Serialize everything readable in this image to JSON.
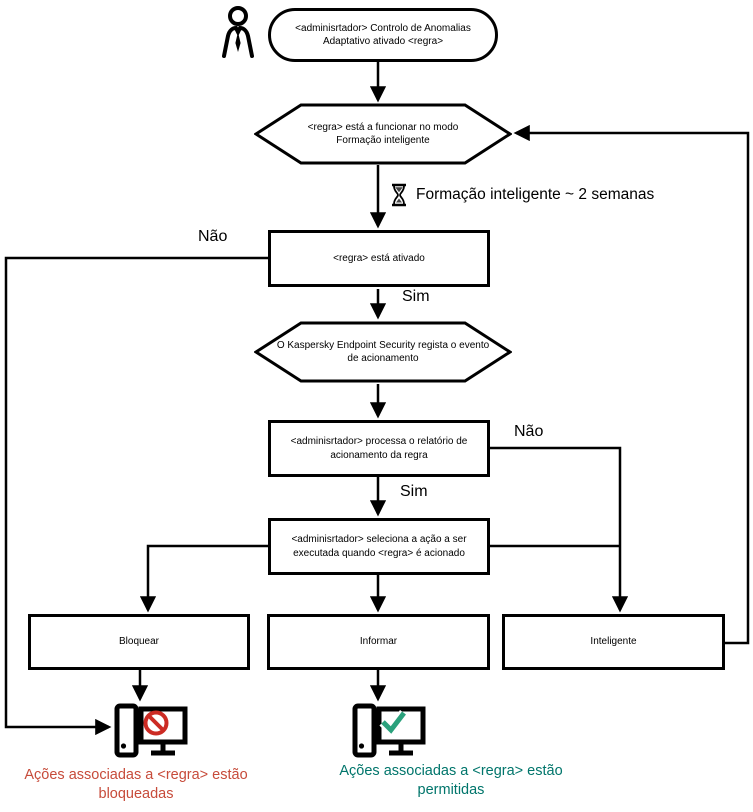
{
  "nodes": {
    "start": {
      "text": "<adminisrtador> Controlo de Anomalias Adaptativo ativado <regra>",
      "shape": "stadium"
    },
    "training_mode": {
      "text": "<regra> está a funcionar no modo Formação inteligente",
      "shape": "hexagon"
    },
    "training_duration": {
      "text": "Formação inteligente ~ 2 semanas",
      "icon": "hourglass-icon"
    },
    "rule_enabled": {
      "text": "<regra> está ativado",
      "shape": "rect"
    },
    "event_logged": {
      "text": "O Kaspersky Endpoint Security regista o evento de acionamento",
      "shape": "hexagon"
    },
    "process_report": {
      "text": "<adminisrtador> processa o relatório de acionamento da regra",
      "shape": "rect"
    },
    "select_action": {
      "text": "<adminisrtador> seleciona a ação a ser executada quando <regra> é acionado",
      "shape": "rect"
    },
    "action_block": {
      "text": "Bloquear",
      "shape": "rect"
    },
    "action_inform": {
      "text": "Informar",
      "shape": "rect"
    },
    "action_smart": {
      "text": "Inteligente",
      "shape": "rect"
    }
  },
  "edge_labels": {
    "rule_enabled_no": "Não",
    "rule_enabled_yes": "Sim",
    "process_report_no": "Não",
    "process_report_yes": "Sim"
  },
  "outcomes": {
    "blocked": {
      "line1": "Ações associadas a <regra> estão",
      "line2": "bloqueadas",
      "color": "#c74b3a",
      "icon": "computer-blocked-icon"
    },
    "allowed": {
      "line1": "Ações associadas a <regra> estão",
      "line2": "permitidas",
      "color": "#00756b",
      "icon": "computer-allowed-icon"
    }
  },
  "icons": {
    "actor": "person-icon",
    "wait": "hourglass-icon",
    "blocked_badge": "prohibition-icon",
    "allowed_badge": "checkmark-icon"
  },
  "colors": {
    "stroke": "#000000",
    "prohibition_red": "#cc2b24",
    "checkmark_green": "#2aa17c",
    "blocked_text": "#c74b3a",
    "allowed_text": "#00756b",
    "background": "#ffffff"
  }
}
